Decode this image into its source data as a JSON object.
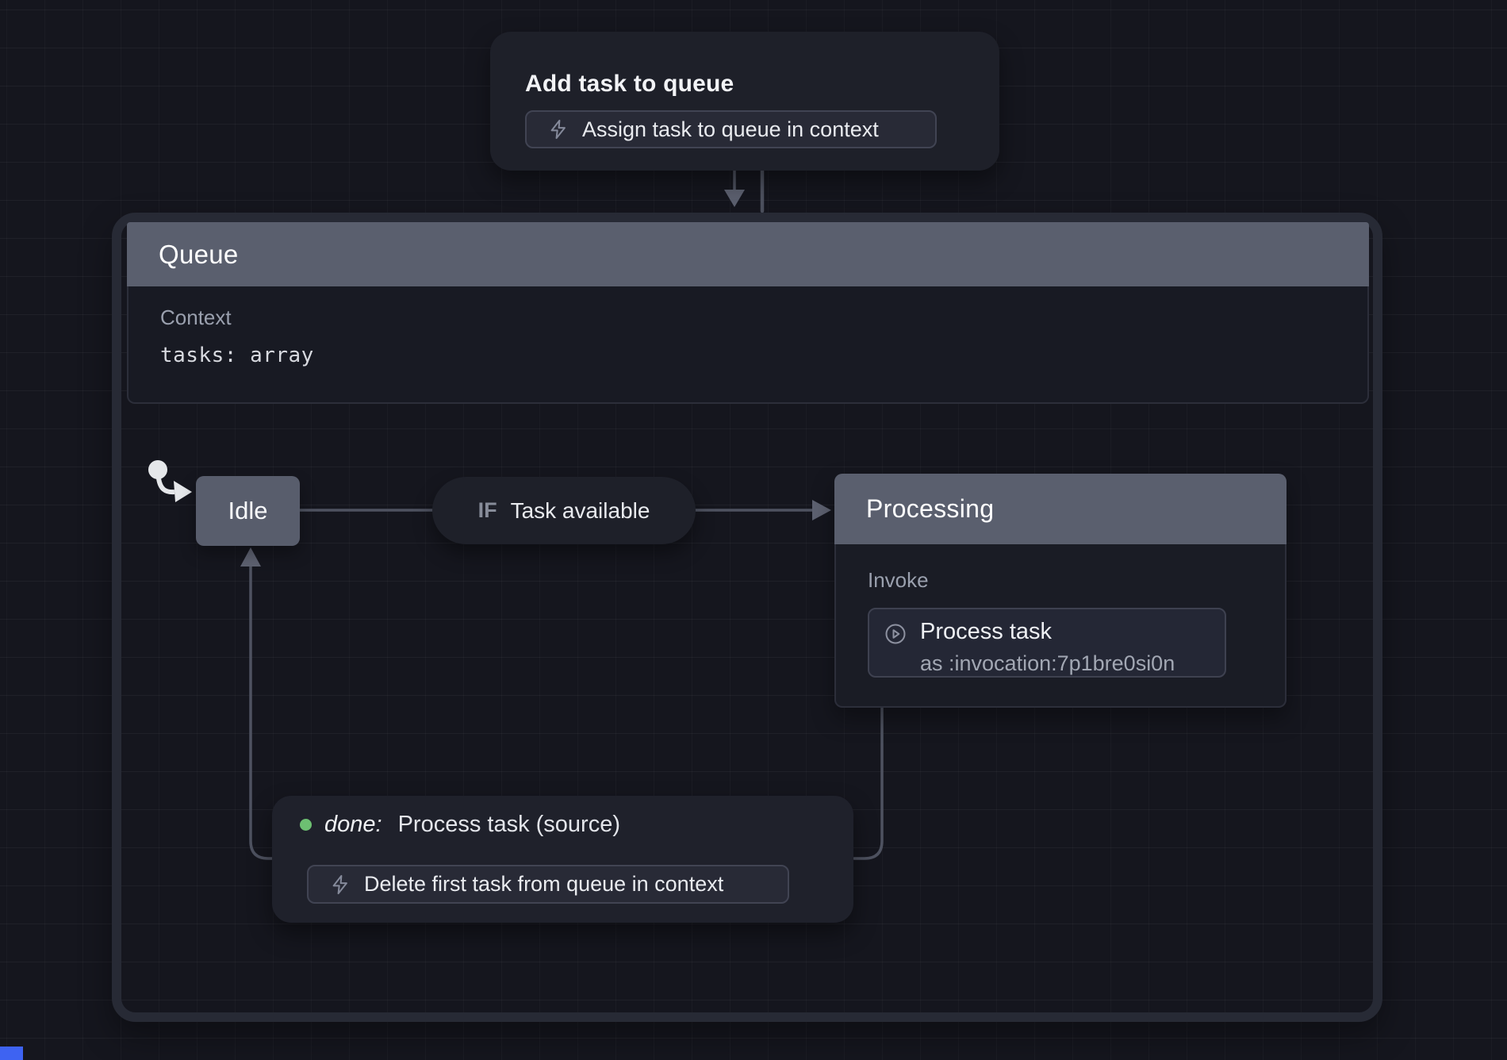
{
  "event_node": {
    "title": "Add task to queue",
    "action_label": "Assign task to queue in context"
  },
  "machine": {
    "header": "Queue",
    "context": {
      "label": "Context",
      "value": "tasks: array"
    }
  },
  "states": {
    "idle": {
      "label": "Idle"
    },
    "processing": {
      "label": "Processing",
      "invoke_label": "Invoke",
      "invoke_name": "Process task",
      "invoke_id": "as :invocation:7p1bre0si0n"
    }
  },
  "transitions": {
    "guard": {
      "keyword": "IF",
      "label": "Task available"
    },
    "done": {
      "keyword": "done:",
      "label": "Process task (source)",
      "action_label": "Delete first task from queue in context"
    }
  },
  "icons": {
    "bolt": "bolt-icon",
    "play": "play-circle-icon",
    "initial": "initial-state-marker"
  },
  "colors": {
    "canvas_bg": "#15161e",
    "node_bg": "#1e2029",
    "state_header_bg": "#5a5f6e",
    "pill_bg": "#282a36",
    "pill_border": "#414453",
    "body_bg": "#1a1c25",
    "card_bg": "#242735",
    "edge": "#4e5260",
    "arrowhead": "#5d6170",
    "initial_marker": "#e5e7ea",
    "done_dot_green": "#6dc072",
    "text_primary": "#eceef2",
    "text_muted": "#9aa0ae",
    "corner_artifact_blue": "#3e63f2"
  }
}
